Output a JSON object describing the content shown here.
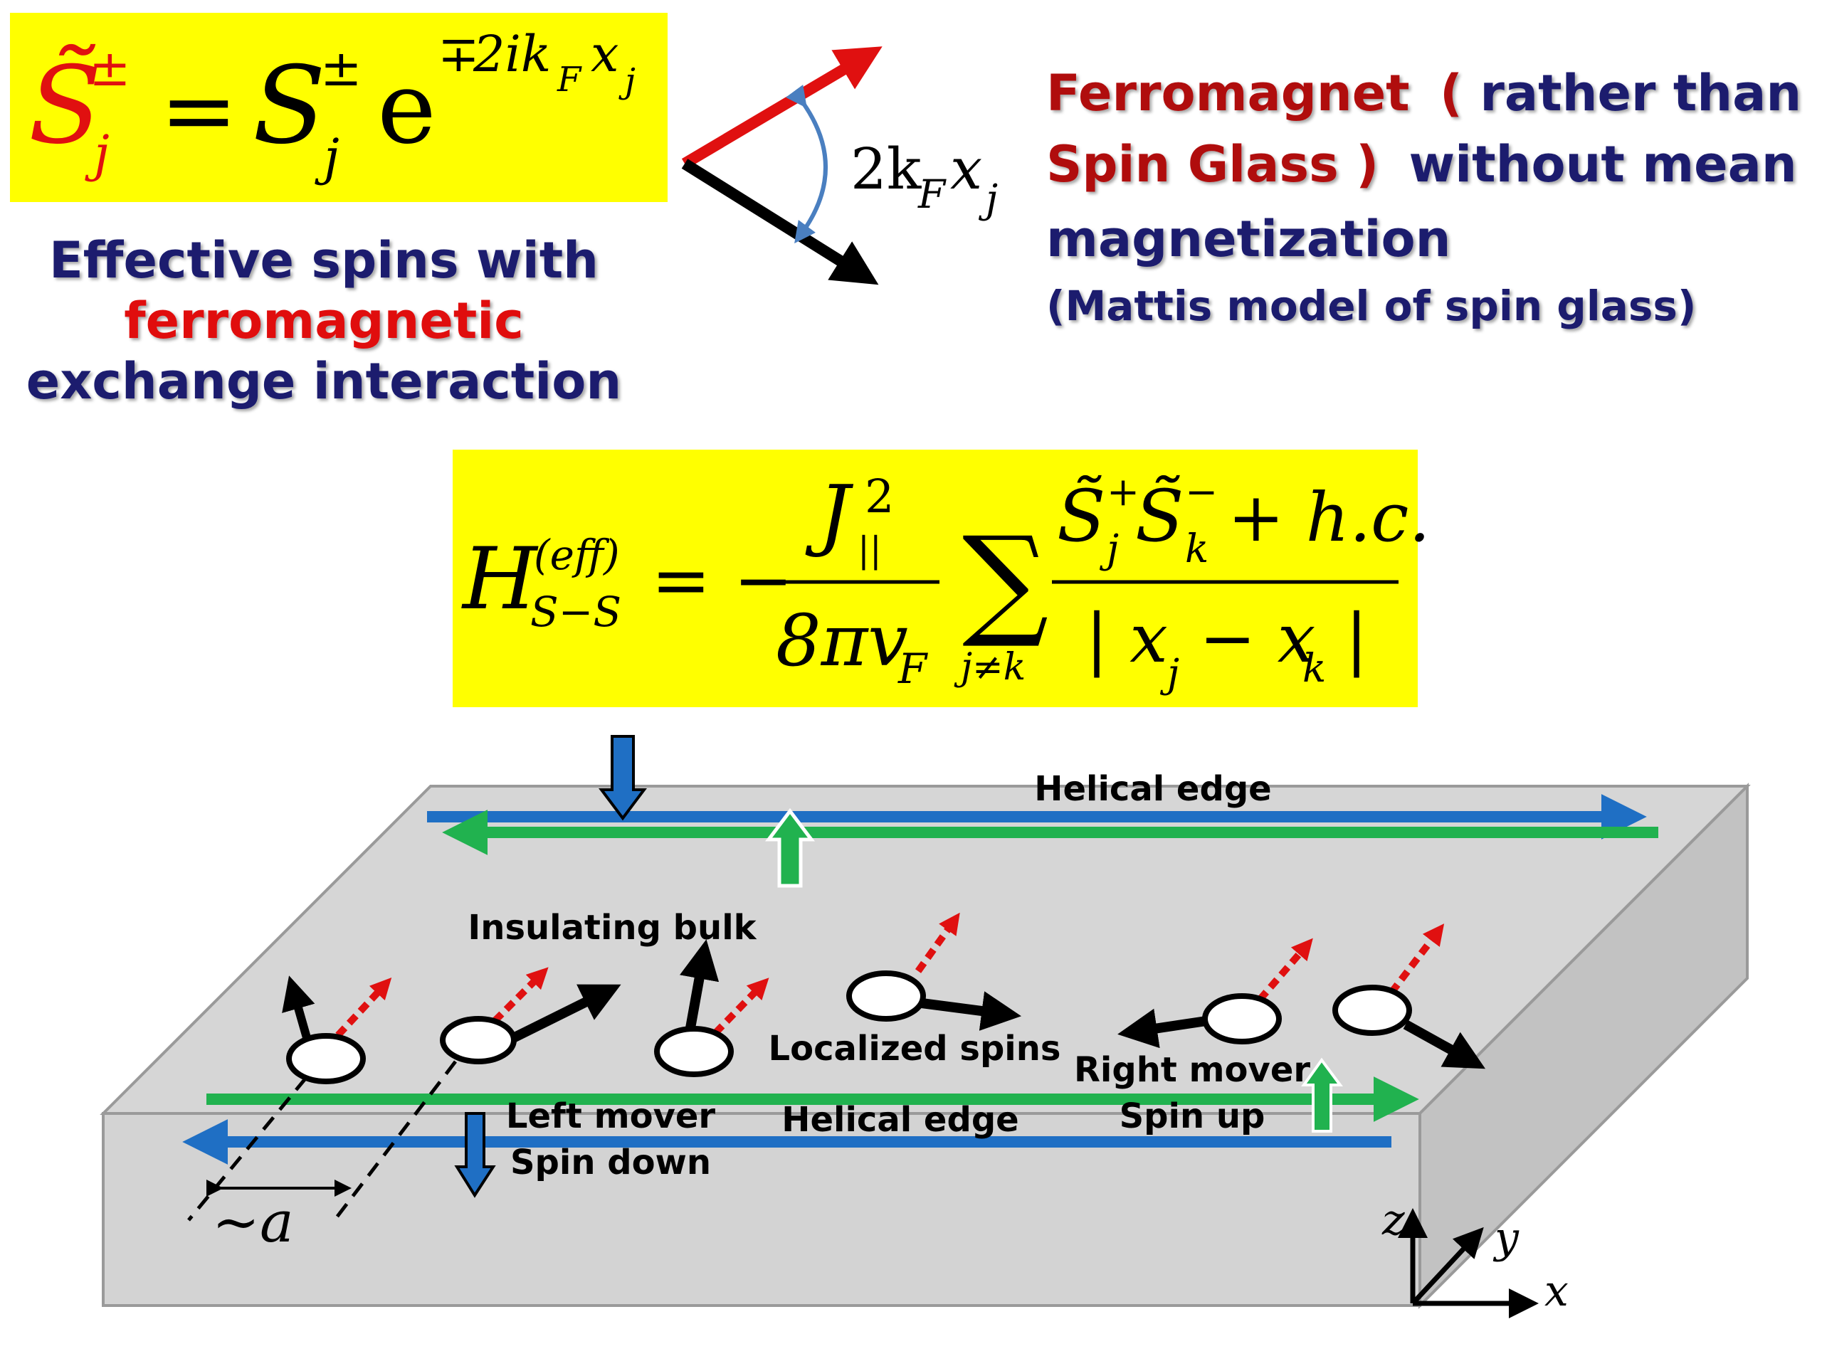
{
  "colors": {
    "formula_bg": "#ffff00",
    "navy": "#1a1f6e",
    "red": "#e01010",
    "dark_red": "#b00e10",
    "blue_edge": "#1f6fc4",
    "green_edge": "#21b24f",
    "slab_top": "#d6d6d6",
    "slab_side": "#c4c4c4",
    "arc": "#4a7fc0",
    "black": "#000000"
  },
  "formula_top": {
    "lhs": "S̃",
    "lhs_sup": "±",
    "lhs_sub": "j",
    "eq": "=",
    "rhs_base": "S",
    "rhs_sup": "±",
    "rhs_sub": "j",
    "exp_base": "e",
    "exp_sign": "∓",
    "exp_body": "2ik",
    "exp_kf_sub": "F",
    "exp_x": "x",
    "exp_x_sub": "j"
  },
  "angle_label": {
    "prefix": "2k",
    "kf_sub": "F",
    "x": "x",
    "x_sub": "j"
  },
  "effective_spins": {
    "line1": "Effective spins with",
    "line2": "ferromagnetic",
    "line3": "exchange interaction"
  },
  "ferromagnet_text": {
    "red1": "Ferromagnet",
    "paren_open": "(",
    "navy1": "rather than",
    "red2": "Spin Glass",
    "paren_close": ")",
    "navy2": "without mean",
    "navy3": "magnetization",
    "mattis": "(Mattis model of spin glass)"
  },
  "hamiltonian": {
    "H": "H",
    "H_sup": "(eff)",
    "H_sub": "S−S",
    "eq_minus": "= −",
    "num_J": "J",
    "num_J_sub": "||",
    "num_J_sup": "2",
    "den": "8πv",
    "den_sub": "F",
    "sum": "∑",
    "sum_sub": "j≠k",
    "num_S1": "S̃",
    "num_S1_sup": "+",
    "num_S1_sub": "j",
    "num_S2": "S̃",
    "num_S2_sup": "−",
    "num_S2_sub": "k",
    "num_hc": "+ h.c.",
    "den_open": "| x",
    "den_xj_sub": "j",
    "den_minus": "− x",
    "den_xk_sub": "k",
    "den_close": "|"
  },
  "labels": {
    "helical_edge_top": "Helical edge",
    "insulating_bulk": "Insulating bulk",
    "localized_spins": "Localized spins",
    "right_mover": "Right mover",
    "spin_up": "Spin up",
    "left_mover": "Left mover",
    "spin_down": "Spin down",
    "helical_edge_bottom": "Helical edge",
    "spacing": "~a"
  },
  "axes": {
    "x": "x",
    "y": "y",
    "z": "z"
  }
}
